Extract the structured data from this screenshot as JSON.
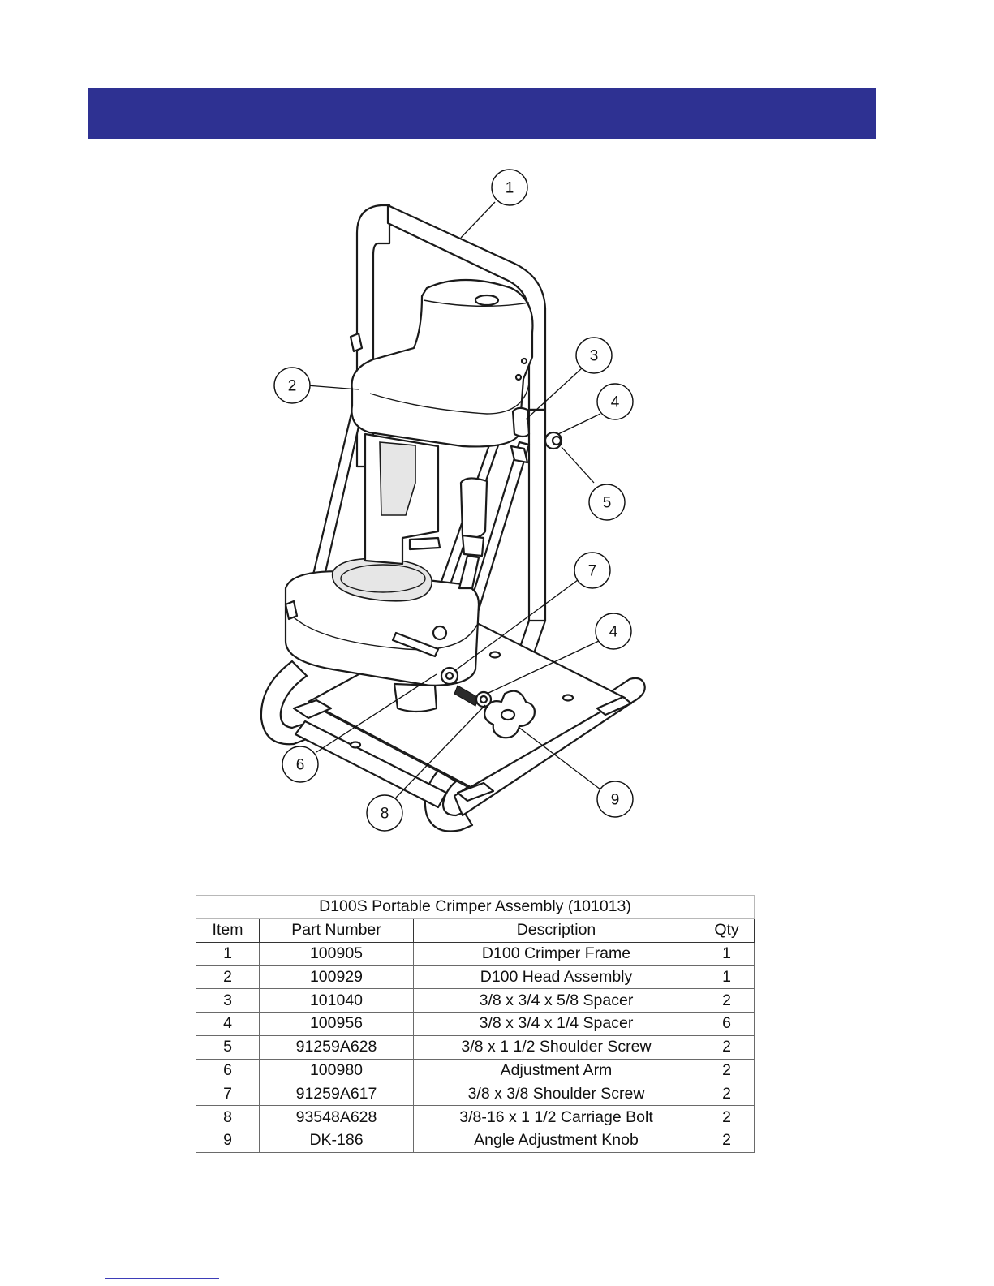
{
  "colors": {
    "header_band": "#2e3192",
    "footer_rule": "#3d3db8"
  },
  "drawing": {
    "balloons": [
      {
        "id": "b1",
        "label": "1"
      },
      {
        "id": "b2",
        "label": "2"
      },
      {
        "id": "b3",
        "label": "3"
      },
      {
        "id": "b4a",
        "label": "4"
      },
      {
        "id": "b5",
        "label": "5"
      },
      {
        "id": "b7",
        "label": "7"
      },
      {
        "id": "b4b",
        "label": "4"
      },
      {
        "id": "b6",
        "label": "6"
      },
      {
        "id": "b9",
        "label": "9"
      },
      {
        "id": "b8",
        "label": "8"
      }
    ]
  },
  "table": {
    "title": "D100S Portable Crimper Assembly (101013)",
    "headers": [
      "Item",
      "Part Number",
      "Description",
      "Qty"
    ],
    "rows": [
      [
        "1",
        "100905",
        "D100 Crimper Frame",
        "1"
      ],
      [
        "2",
        "100929",
        "D100 Head Assembly",
        "1"
      ],
      [
        "3",
        "101040",
        "3/8 x 3/4 x 5/8 Spacer",
        "2"
      ],
      [
        "4",
        "100956",
        "3/8 x 3/4 x 1/4 Spacer",
        "6"
      ],
      [
        "5",
        "91259A628",
        "3/8 x 1 1/2 Shoulder Screw",
        "2"
      ],
      [
        "6",
        "100980",
        "Adjustment Arm",
        "2"
      ],
      [
        "7",
        "91259A617",
        "3/8 x 3/8 Shoulder Screw",
        "2"
      ],
      [
        "8",
        "93548A628",
        "3/8-16 x 1 1/2 Carriage Bolt",
        "2"
      ],
      [
        "9",
        "DK-186",
        "Angle Adjustment Knob",
        "2"
      ]
    ]
  }
}
